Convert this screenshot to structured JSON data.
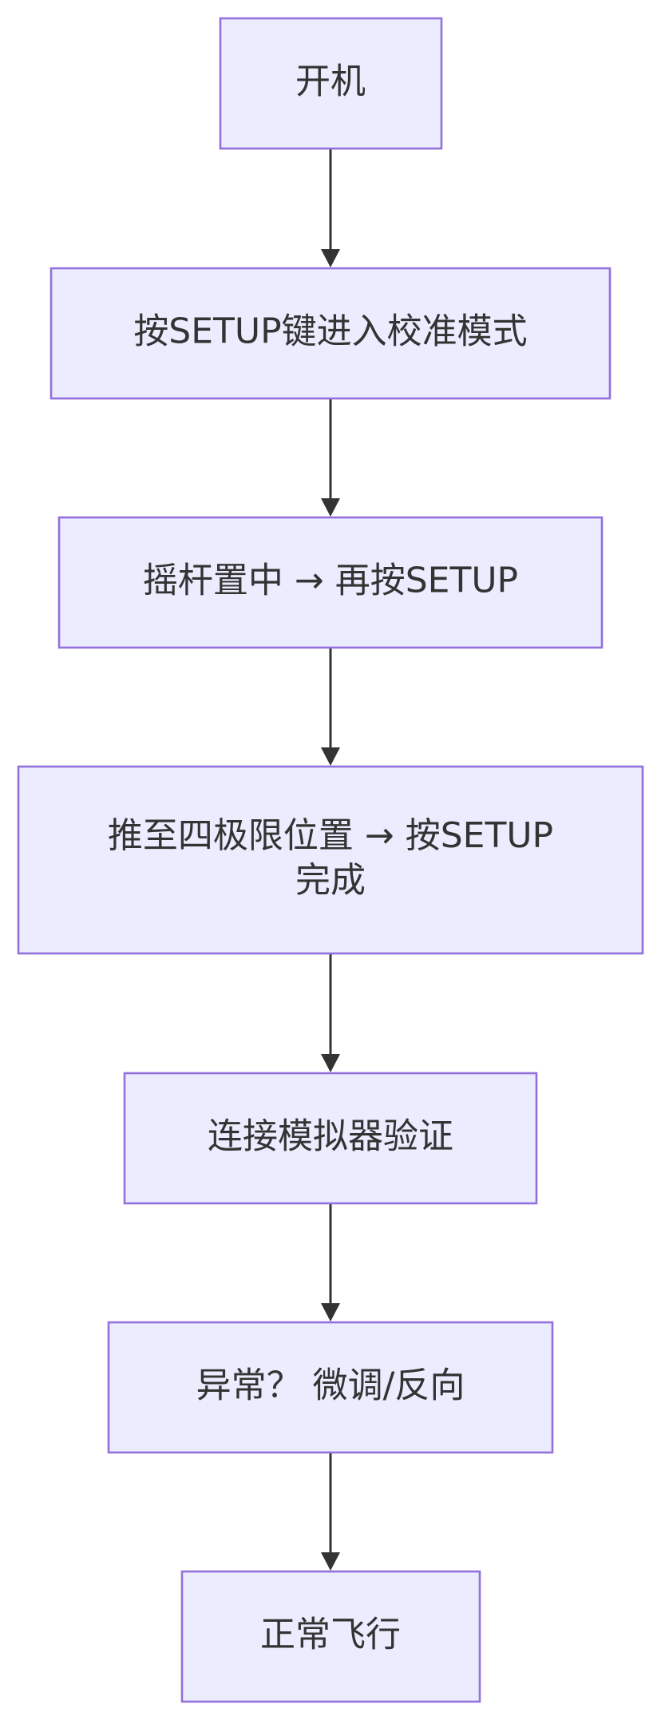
{
  "diagram": {
    "nodes": [
      {
        "id": "power-on",
        "lines": [
          "开机"
        ]
      },
      {
        "id": "enter-calibration",
        "lines": [
          "按SETUP键进入校准模式"
        ]
      },
      {
        "id": "center-sticks",
        "lines": [
          "摇杆置中 → 再按SETUP"
        ]
      },
      {
        "id": "push-extremes",
        "lines": [
          "推至四极限位置 → 按SETUP",
          "完成"
        ]
      },
      {
        "id": "verify-simulator",
        "lines": [
          "连接模拟器验证"
        ]
      },
      {
        "id": "adjust-reverse",
        "lines": [
          "异常？ 微调/反向"
        ]
      },
      {
        "id": "normal-flight",
        "lines": [
          "正常飞行"
        ]
      }
    ],
    "edges": [
      {
        "from": "power-on",
        "to": "enter-calibration"
      },
      {
        "from": "enter-calibration",
        "to": "center-sticks"
      },
      {
        "from": "center-sticks",
        "to": "push-extremes"
      },
      {
        "from": "push-extremes",
        "to": "verify-simulator"
      },
      {
        "from": "verify-simulator",
        "to": "adjust-reverse"
      },
      {
        "from": "adjust-reverse",
        "to": "normal-flight"
      }
    ],
    "colors": {
      "node_fill": "#ececff",
      "node_stroke": "#9370db",
      "edge": "#333333",
      "text": "#333333"
    }
  }
}
